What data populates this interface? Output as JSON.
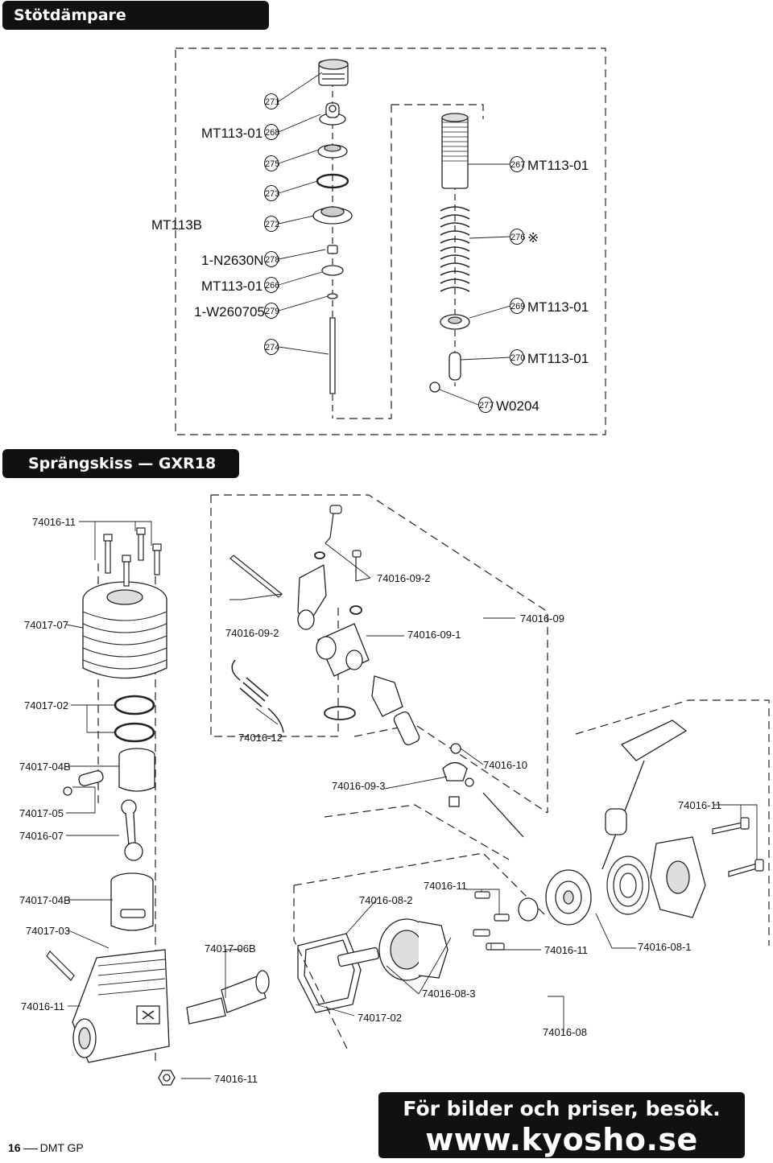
{
  "shock_section": {
    "title": "Stötdämpare",
    "callouts": [
      {
        "num": "271",
        "part": ""
      },
      {
        "num": "268",
        "part": "MT113-01"
      },
      {
        "num": "275",
        "part": ""
      },
      {
        "num": "273",
        "part": ""
      },
      {
        "num": "272",
        "part": "MT113B"
      },
      {
        "num": "278",
        "part": "1-N2630N"
      },
      {
        "num": "266",
        "part": "MT113-01"
      },
      {
        "num": "279",
        "part": "1-W260705"
      },
      {
        "num": "274",
        "part": ""
      },
      {
        "num": "267",
        "part": "MT113-01"
      },
      {
        "num": "276",
        "part": "※"
      },
      {
        "num": "269",
        "part": "MT113-01"
      },
      {
        "num": "270",
        "part": "MT113-01"
      },
      {
        "num": "277",
        "part": "W0204"
      }
    ]
  },
  "engine_section": {
    "title": "Sprängskiss — GXR18 SP",
    "labels": [
      "74016-11",
      "74017-07",
      "74017-02",
      "74017-04B",
      "74017-05",
      "74016-07",
      "74017-04B",
      "74017-03",
      "74016-11",
      "74016-09-2",
      "74016-09-2",
      "74016-09-1",
      "74016-09",
      "74016-12",
      "74016-10",
      "74016-09-3",
      "74016-11",
      "74016-11",
      "74016-08-2",
      "74017-06B",
      "74016-11",
      "74016-08-1",
      "74016-08-3",
      "74017-02",
      "74016-08",
      "74016-11"
    ]
  },
  "promo": {
    "line1": "För bilder och priser, besök.",
    "line2": "www.kyosho.se"
  },
  "footer": {
    "page_number": "16",
    "model": "DMT GP"
  }
}
